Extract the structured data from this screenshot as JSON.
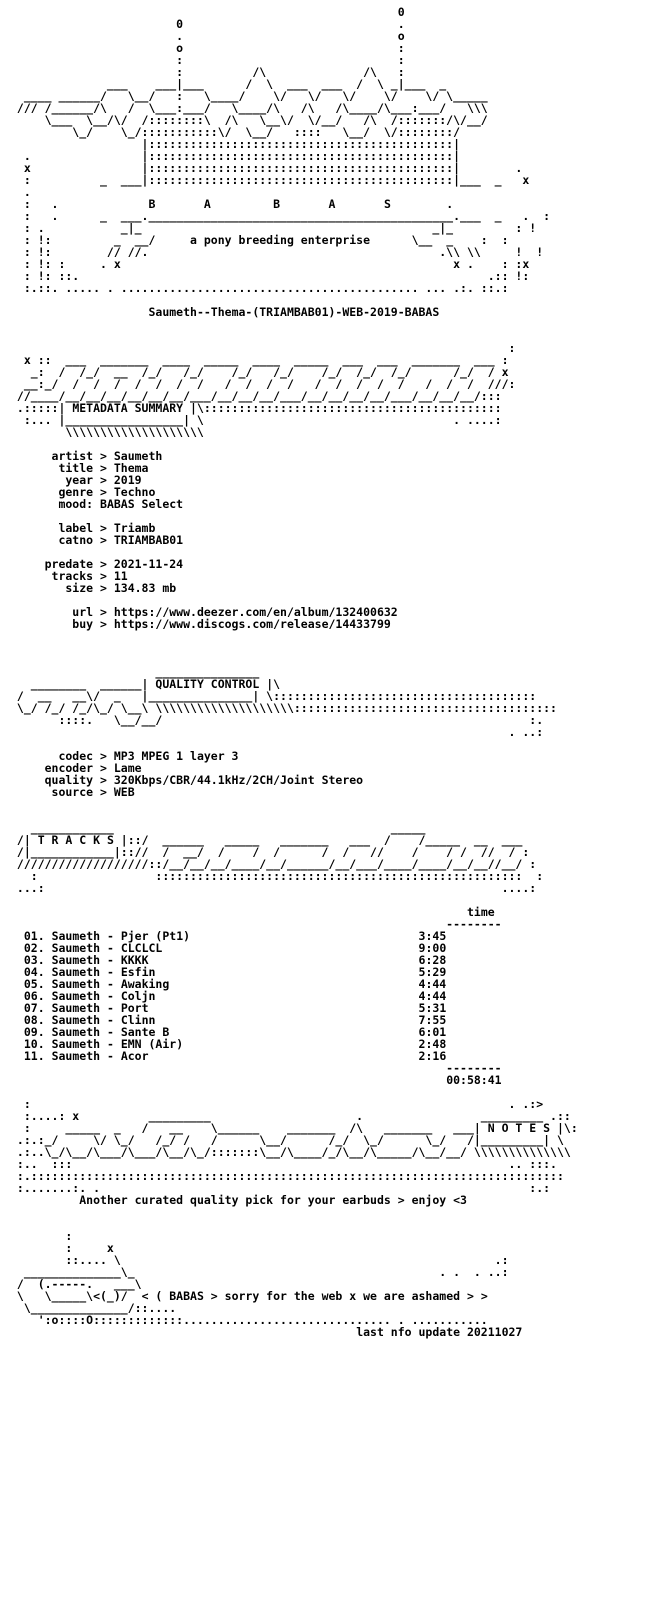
{
  "release_name": "Saumeth--Thema-(TRIAMBAB01)-WEB-2019-BABAS",
  "group": {
    "letters": [
      "B",
      "A",
      "B",
      "A",
      "S"
    ],
    "tagline": "a pony breeding enterprise"
  },
  "sections": {
    "metadata": "METADATA SUMMARY",
    "quality": "QUALITY CONTROL",
    "tracks": "T R A C K S",
    "notes": "N O T E S"
  },
  "metadata": {
    "artist": "Saumeth",
    "title": "Thema",
    "year": "2019",
    "genre": "Techno",
    "mood": "BABAS Select",
    "label": "Triamb",
    "catno": "TRIAMBAB01",
    "predate": "2021-11-24",
    "tracks": "11",
    "size": "134.83 mb",
    "url": "https://www.deezer.com/en/album/132400632",
    "buy": "https://www.discogs.com/release/14433799"
  },
  "quality": {
    "codec": "MP3 MPEG 1 layer 3",
    "encoder": "Lame",
    "quality": "320Kbps/CBR/44.1kHz/2CH/Joint Stereo",
    "source": "WEB"
  },
  "tracklist": {
    "time_header": "time",
    "total": "00:58:41",
    "items": [
      {
        "no": "01.",
        "name": "Saumeth - Pjer (Pt1)",
        "time": "3:45"
      },
      {
        "no": "02.",
        "name": "Saumeth - CLCLCL",
        "time": "9:00"
      },
      {
        "no": "03.",
        "name": "Saumeth - KKKK",
        "time": "6:28"
      },
      {
        "no": "04.",
        "name": "Saumeth - Esfin",
        "time": "5:29"
      },
      {
        "no": "05.",
        "name": "Saumeth - Awaking",
        "time": "4:44"
      },
      {
        "no": "06.",
        "name": "Saumeth - Coljn",
        "time": "4:44"
      },
      {
        "no": "07.",
        "name": "Saumeth - Port",
        "time": "5:31"
      },
      {
        "no": "08.",
        "name": "Saumeth - Clinn",
        "time": "7:55"
      },
      {
        "no": "09.",
        "name": "Saumeth - Sante B",
        "time": "6:01"
      },
      {
        "no": "10.",
        "name": "Saumeth - EMN (Air)",
        "time": "2:48"
      },
      {
        "no": "11.",
        "name": "Saumeth - Acor",
        "time": "2:16"
      }
    ]
  },
  "notes_text": "Another curated quality pick for your earbuds > enjoy <3",
  "footer_message": "< ( BABAS > sorry for the web x we are ashamed > >",
  "last_update": "last nfo update 20211027"
}
